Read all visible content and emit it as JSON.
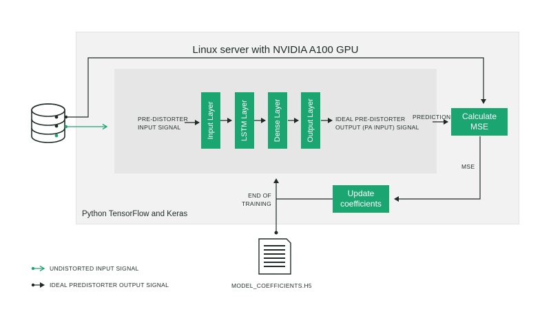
{
  "diagram": {
    "server_title": "Linux server with NVIDIA A100 GPU",
    "framework_label": "Python TensorFlow and Keras",
    "input_label_line1": "PRE-DISTORTER",
    "input_label_line2": "INPUT SIGNAL",
    "layers": [
      "Input Layer",
      "LSTM Layer",
      "Dense Layer",
      "Output Layer"
    ],
    "output_label_line1": "IDEAL PRE-DISTORTER",
    "output_label_line2": "OUTPUT (PA INPUT) SIGNAL",
    "prediction_label": "PREDICTION",
    "mse_box_line1": "Calculate",
    "mse_box_line2": "MSE",
    "mse_label": "MSE",
    "update_box_line1": "Update",
    "update_box_line2": "coefficients",
    "end_training_line1": "END OF",
    "end_training_line2": "TRAINING",
    "file_label": "MODEL_COEFFICIENTS.H5"
  },
  "legend": {
    "undistorted": "UNDISTORTED INPUT SIGNAL",
    "ideal": "IDEAL PREDISTORTER OUTPUT SIGNAL"
  },
  "colors": {
    "accent_green": "#1aa571",
    "dark_line": "#1e2a24",
    "server_bg": "#f2f2f2",
    "inner_bg": "#e6e6e6"
  }
}
